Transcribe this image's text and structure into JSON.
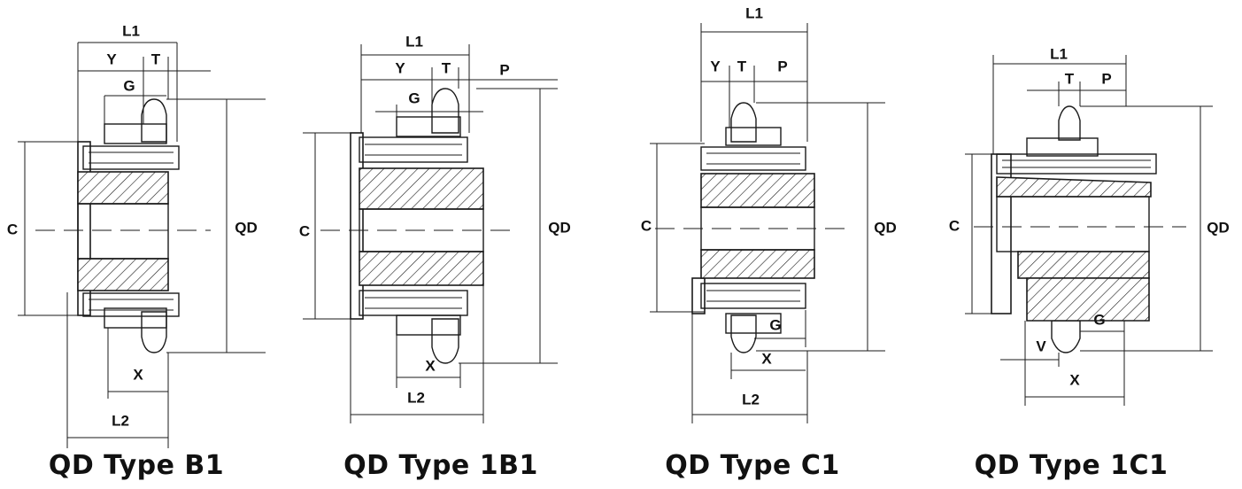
{
  "diagrams": [
    {
      "title": "QD Type B1",
      "labels": {
        "L1": "L1",
        "Y": "Y",
        "T": "T",
        "G": "G",
        "C": "C",
        "QD": "QD",
        "X": "X",
        "L2": "L2"
      }
    },
    {
      "title": "QD Type 1B1",
      "labels": {
        "L1": "L1",
        "Y": "Y",
        "T": "T",
        "P": "P",
        "G": "G",
        "C": "C",
        "QD": "QD",
        "X": "X",
        "L2": "L2"
      }
    },
    {
      "title": "QD Type C1",
      "labels": {
        "L1": "L1",
        "Y": "Y",
        "T": "T",
        "P": "P",
        "C": "C",
        "QD": "QD",
        "G": "G",
        "X": "X",
        "L2": "L2"
      }
    },
    {
      "title": "QD Type 1C1",
      "labels": {
        "L1": "L1",
        "T": "T",
        "P": "P",
        "C": "C",
        "QD": "QD",
        "G": "G",
        "V": "V",
        "X": "X"
      }
    }
  ]
}
